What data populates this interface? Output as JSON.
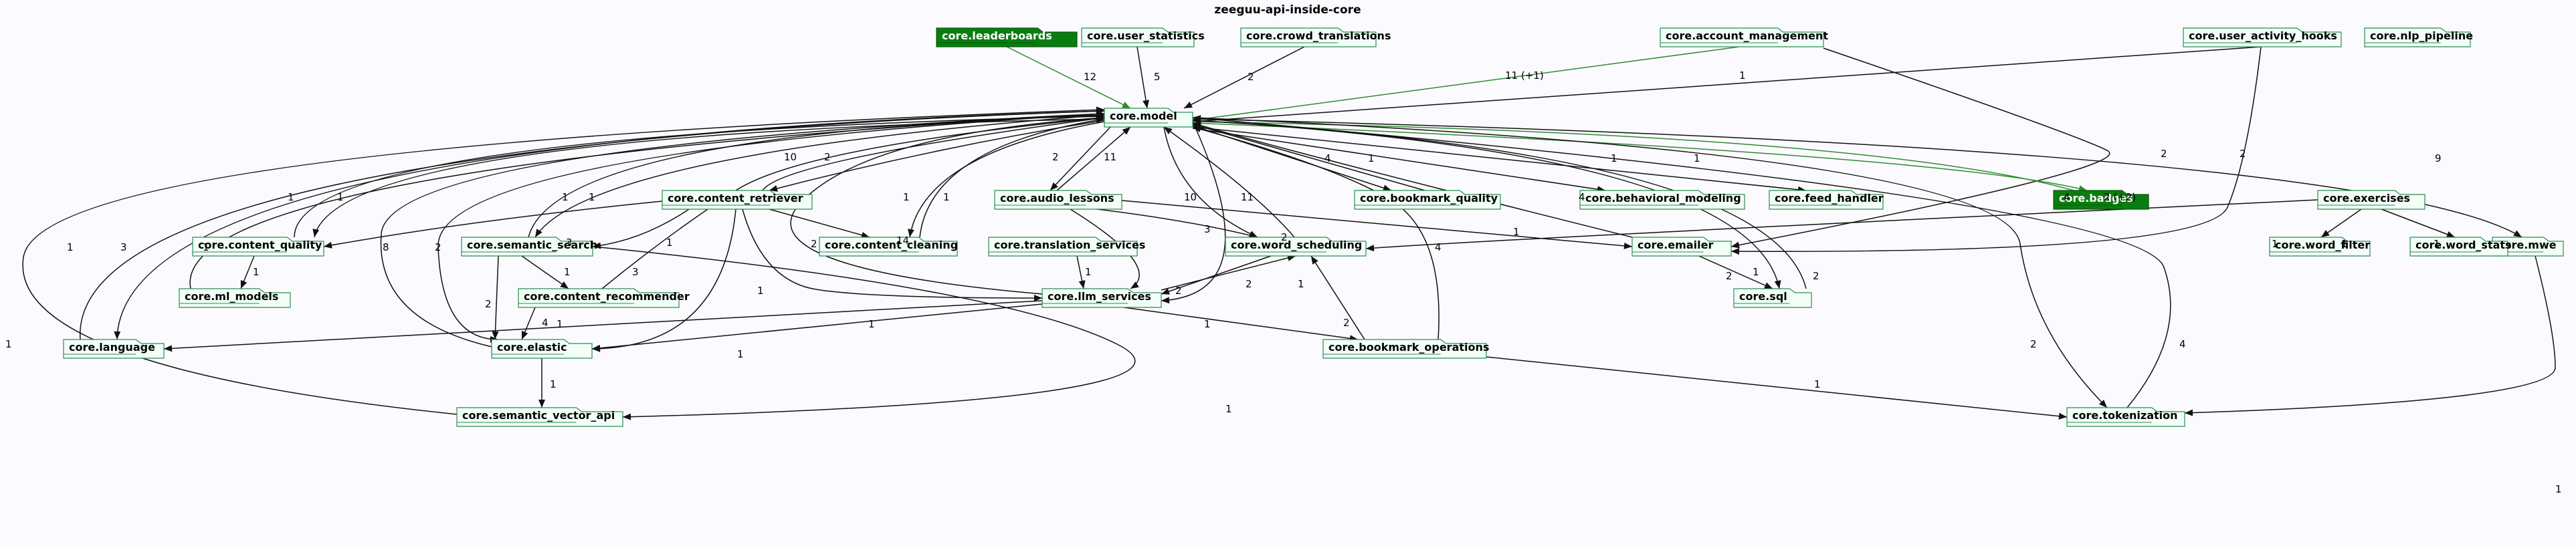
{
  "title": "zeeguu-api-inside-core",
  "colors": {
    "background": "#fbfbff",
    "package_fill": "#f1fff7",
    "package_border": "#2c8a52",
    "highlight_fill": "#0a7d10",
    "edge": "#111111",
    "edge_green": "#2f8a2f"
  },
  "nodes": [
    {
      "id": "leaderboards",
      "label": "core.leaderboards",
      "highlight": true
    },
    {
      "id": "user_statistics",
      "label": "core.user_statistics"
    },
    {
      "id": "crowd_translations",
      "label": "core.crowd_translations"
    },
    {
      "id": "account_management",
      "label": "core.account_management"
    },
    {
      "id": "user_activity_hooks",
      "label": "core.user_activity_hooks"
    },
    {
      "id": "nlp_pipeline",
      "label": "core.nlp_pipeline"
    },
    {
      "id": "model",
      "label": "core.model"
    },
    {
      "id": "content_retriever",
      "label": "core.content_retriever"
    },
    {
      "id": "audio_lessons",
      "label": "core.audio_lessons"
    },
    {
      "id": "bookmark_quality",
      "label": "core.bookmark_quality"
    },
    {
      "id": "behavioral_modeling",
      "label": "core.behavioral_modeling"
    },
    {
      "id": "feed_handler",
      "label": "core.feed_handler"
    },
    {
      "id": "badges",
      "label": "core.badges",
      "highlight": true
    },
    {
      "id": "exercises",
      "label": "core.exercises"
    },
    {
      "id": "mwe",
      "label": "core.mwe"
    },
    {
      "id": "content_quality",
      "label": "core.content_quality"
    },
    {
      "id": "semantic_search",
      "label": "core.semantic_search"
    },
    {
      "id": "content_cleaning",
      "label": "core.content_cleaning"
    },
    {
      "id": "translation_services",
      "label": "core.translation_services"
    },
    {
      "id": "word_scheduling",
      "label": "core.word_scheduling"
    },
    {
      "id": "emailer",
      "label": "core.emailer"
    },
    {
      "id": "word_filter",
      "label": "core.word_filter"
    },
    {
      "id": "word_stats",
      "label": "core.word_stats"
    },
    {
      "id": "ml_models",
      "label": "core.ml_models"
    },
    {
      "id": "content_recommender",
      "label": "core.content_recommender"
    },
    {
      "id": "llm_services",
      "label": "core.llm_services"
    },
    {
      "id": "sql",
      "label": "core.sql"
    },
    {
      "id": "language",
      "label": "core.language"
    },
    {
      "id": "elastic",
      "label": "core.elastic"
    },
    {
      "id": "bookmark_operations",
      "label": "core.bookmark_operations"
    },
    {
      "id": "semantic_vector_api",
      "label": "core.semantic_vector_api"
    },
    {
      "id": "tokenization",
      "label": "core.tokenization"
    }
  ],
  "edges": [
    {
      "from": "leaderboards",
      "to": "model",
      "label": "12",
      "color": "green"
    },
    {
      "from": "user_statistics",
      "to": "model",
      "label": "5"
    },
    {
      "from": "crowd_translations",
      "to": "model",
      "label": "2"
    },
    {
      "from": "account_management",
      "to": "model",
      "label": "11 (+1)",
      "color": "green"
    },
    {
      "from": "account_management",
      "to": "emailer",
      "label": "2"
    },
    {
      "from": "user_activity_hooks",
      "to": "model",
      "label": "1"
    },
    {
      "from": "user_activity_hooks",
      "to": "emailer",
      "label": "2"
    },
    {
      "from": "content_retriever",
      "to": "model",
      "label": "10"
    },
    {
      "from": "model",
      "to": "content_retriever",
      "label": "2"
    },
    {
      "from": "content_retriever",
      "to": "content_quality",
      "label": "3"
    },
    {
      "from": "content_retriever",
      "to": "semantic_search",
      "label": "1"
    },
    {
      "from": "content_retriever",
      "to": "content_cleaning",
      "label": "2"
    },
    {
      "from": "content_retriever",
      "to": "llm_services",
      "label": "1"
    },
    {
      "from": "content_retriever",
      "to": "elastic",
      "label": "1"
    },
    {
      "from": "audio_lessons",
      "to": "model",
      "label": "11"
    },
    {
      "from": "model",
      "to": "audio_lessons",
      "label": "2"
    },
    {
      "from": "audio_lessons",
      "to": "word_scheduling",
      "label": "3"
    },
    {
      "from": "audio_lessons",
      "to": "llm_services",
      "label": "2"
    },
    {
      "from": "audio_lessons",
      "to": "emailer",
      "label": "1"
    },
    {
      "from": "bookmark_quality",
      "to": "model",
      "label": "4"
    },
    {
      "from": "model",
      "to": "bookmark_quality",
      "label": "1"
    },
    {
      "from": "model",
      "to": "behavioral_modeling",
      "label": "1"
    },
    {
      "from": "model",
      "to": "feed_handler",
      "label": "1"
    },
    {
      "from": "badges",
      "to": "model",
      "label": "4",
      "color": "green"
    },
    {
      "from": "model",
      "to": "badges",
      "label": "2 (+2)",
      "color": "green"
    },
    {
      "from": "model",
      "to": "mwe",
      "label": "9"
    },
    {
      "from": "exercises",
      "to": "word_filter",
      "label": "1"
    },
    {
      "from": "exercises",
      "to": "word_stats",
      "label": "1"
    },
    {
      "from": "exercises",
      "to": "word_scheduling",
      "label": "1"
    },
    {
      "from": "mwe",
      "to": "tokenization",
      "label": "1"
    },
    {
      "from": "content_quality",
      "to": "model",
      "label": "1"
    },
    {
      "from": "model",
      "to": "content_quality",
      "label": "1"
    },
    {
      "from": "content_quality",
      "to": "ml_models",
      "label": "1"
    },
    {
      "from": "ml_models",
      "to": "model",
      "label": "1"
    },
    {
      "from": "semantic_search",
      "to": "model",
      "label": "1"
    },
    {
      "from": "model",
      "to": "semantic_search",
      "label": "1"
    },
    {
      "from": "semantic_search",
      "to": "content_recommender",
      "label": "1"
    },
    {
      "from": "semantic_search",
      "to": "elastic",
      "label": "2"
    },
    {
      "from": "semantic_search",
      "to": "semantic_vector_api",
      "label": "1"
    },
    {
      "from": "content_cleaning",
      "to": "model",
      "label": "1"
    },
    {
      "from": "model",
      "to": "content_cleaning",
      "label": "1"
    },
    {
      "from": "translation_services",
      "to": "llm_services",
      "label": "1"
    },
    {
      "from": "word_scheduling",
      "to": "model",
      "label": "11"
    },
    {
      "from": "model",
      "to": "word_scheduling",
      "label": "10"
    },
    {
      "from": "word_scheduling",
      "to": "llm_services",
      "label": "2"
    },
    {
      "from": "llm_services",
      "to": "word_scheduling",
      "label": "1"
    },
    {
      "from": "emailer",
      "to": "model",
      "label": "4"
    },
    {
      "from": "emailer",
      "to": "sql",
      "label": "1"
    },
    {
      "from": "content_recommender",
      "to": "model",
      "label": "3"
    },
    {
      "from": "content_recommender",
      "to": "elastic",
      "label": "4"
    },
    {
      "from": "llm_services",
      "to": "model",
      "label": "14"
    },
    {
      "from": "model",
      "to": "llm_services",
      "label": "2"
    },
    {
      "from": "llm_services",
      "to": "language",
      "label": "1"
    },
    {
      "from": "llm_services",
      "to": "elastic",
      "label": "1"
    },
    {
      "from": "llm_services",
      "to": "bookmark_operations",
      "label": "1"
    },
    {
      "from": "sql",
      "to": "model",
      "label": "2"
    },
    {
      "from": "model",
      "to": "sql",
      "label": "2"
    },
    {
      "from": "language",
      "to": "model",
      "label": "1"
    },
    {
      "from": "model",
      "to": "language",
      "label": "3"
    },
    {
      "from": "elastic",
      "to": "model",
      "label": "8"
    },
    {
      "from": "model",
      "to": "elastic",
      "label": "2"
    },
    {
      "from": "elastic",
      "to": "semantic_vector_api",
      "label": "1"
    },
    {
      "from": "bookmark_operations",
      "to": "model",
      "label": "4"
    },
    {
      "from": "bookmark_operations",
      "to": "word_scheduling",
      "label": "2"
    },
    {
      "from": "bookmark_operations",
      "to": "tokenization",
      "label": "1"
    },
    {
      "from": "semantic_vector_api",
      "to": "model",
      "label": "1"
    },
    {
      "from": "tokenization",
      "to": "model",
      "label": "4"
    },
    {
      "from": "model",
      "to": "tokenization",
      "label": "2"
    }
  ]
}
